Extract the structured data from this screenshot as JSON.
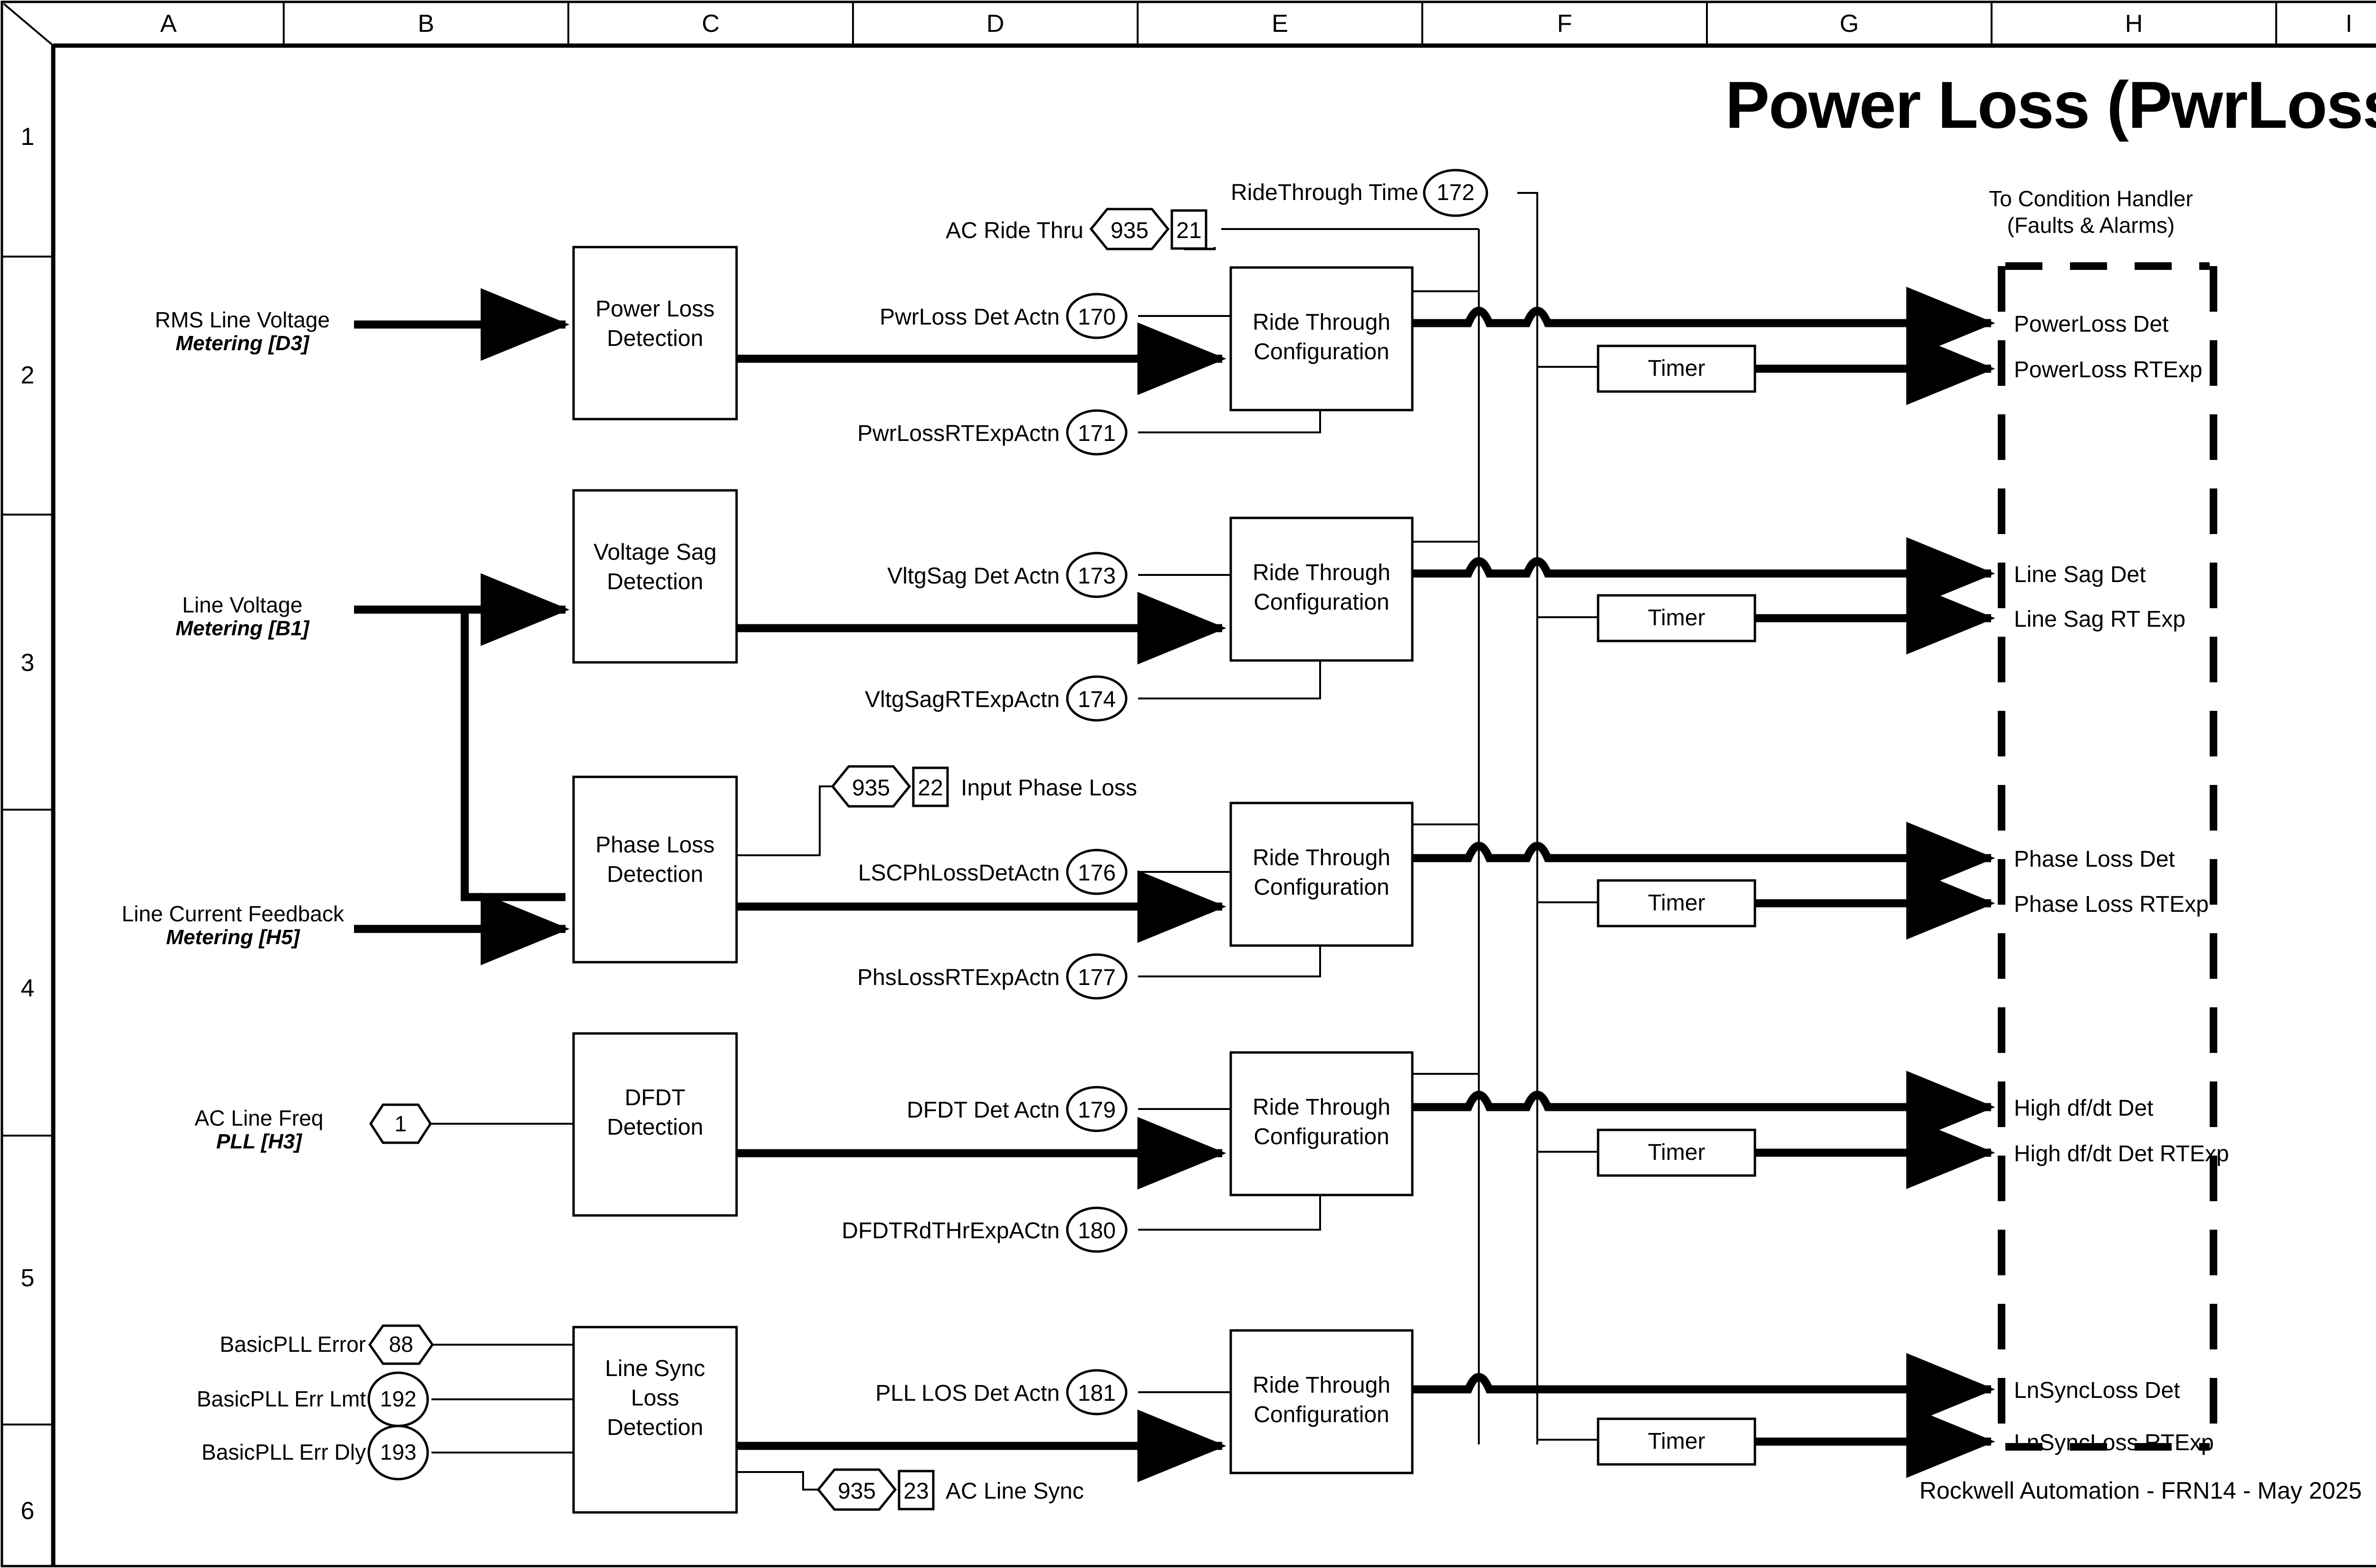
{
  "sheet": {
    "title": "Power Loss (PwrLoss)",
    "footer": "Rockwell Automation - FRN14 - May 2025",
    "columns": [
      "A",
      "B",
      "C",
      "D",
      "E",
      "F",
      "G",
      "H",
      "I"
    ],
    "rows": [
      "1",
      "2",
      "3",
      "4",
      "5",
      "6"
    ]
  },
  "condition_handler": {
    "line1": "To Condition Handler",
    "line2": "(Faults & Alarms)"
  },
  "ridethrough_time": {
    "label": "RideThrough Time",
    "tag": "172"
  },
  "inputs": [
    {
      "name": "RMS Line Voltage",
      "ref": "Metering [D3]"
    },
    {
      "name": "Line Voltage",
      "ref": "Metering [B1]"
    },
    {
      "name": "Line Current Feedback",
      "ref": "Metering [H5]"
    },
    {
      "name": "AC Line Freq",
      "ref": "PLL [H3]",
      "tag": "1"
    }
  ],
  "pll_inputs": [
    {
      "name": "BasicPLL Error",
      "tag": "88",
      "shape": "hex"
    },
    {
      "name": "BasicPLL Err Lmt",
      "tag": "192",
      "shape": "ellipse"
    },
    {
      "name": "BasicPLL Err Dly",
      "tag": "193",
      "shape": "ellipse"
    }
  ],
  "offpage": [
    {
      "page": "935",
      "ref": "21",
      "label": "AC Ride Thru",
      "label_side": "left"
    },
    {
      "page": "935",
      "ref": "22",
      "label": "Input Phase Loss",
      "label_side": "right"
    },
    {
      "page": "935",
      "ref": "23",
      "label": "AC Line Sync",
      "label_side": "right"
    }
  ],
  "blocks": [
    {
      "id": "pwrloss-detection",
      "label": "Power Loss\nDetection"
    },
    {
      "id": "vltgsag-detection",
      "label": "Voltage Sag\nDetection"
    },
    {
      "id": "phaseloss-detection",
      "label": "Phase Loss\nDetection"
    },
    {
      "id": "dfdt-detection",
      "label": "DFDT\nDetection"
    },
    {
      "id": "linesyncloss-detection",
      "label": "Line Sync\nLoss\nDetection"
    }
  ],
  "ridethrough_label": "Ride Through\nConfiguration",
  "timer_label": "Timer",
  "channels": [
    {
      "id": "power-loss",
      "block": "Power Loss Detection",
      "det_actn": {
        "label": "PwrLoss Det Actn",
        "tag": "170"
      },
      "rtexp_actn": {
        "label": "PwrLossRTExpActn",
        "tag": "171"
      },
      "out_det": "PowerLoss Det",
      "out_rtexp": "PowerLoss RTExp"
    },
    {
      "id": "voltage-sag",
      "block": "Voltage Sag Detection",
      "det_actn": {
        "label": "VltgSag Det Actn",
        "tag": "173"
      },
      "rtexp_actn": {
        "label": "VltgSagRTExpActn",
        "tag": "174"
      },
      "out_det": "Line Sag Det",
      "out_rtexp": "Line Sag RT Exp"
    },
    {
      "id": "phase-loss",
      "block": "Phase Loss Detection",
      "det_actn": {
        "label": "LSCPhLossDetActn",
        "tag": "176"
      },
      "rtexp_actn": {
        "label": "PhsLossRTExpActn",
        "tag": "177"
      },
      "out_det": "Phase Loss Det",
      "out_rtexp": "Phase Loss RTExp"
    },
    {
      "id": "dfdt",
      "block": "DFDT Detection",
      "det_actn": {
        "label": "DFDT Det Actn",
        "tag": "179"
      },
      "rtexp_actn": {
        "label": "DFDTRdTHrExpACtn",
        "tag": "180"
      },
      "out_det": "High df/dt Det",
      "out_rtexp": "High df/dt Det RTExp"
    },
    {
      "id": "line-sync-loss",
      "block": "Line Sync Loss Detection",
      "det_actn": {
        "label": "PLL LOS Det Actn",
        "tag": "181"
      },
      "rtexp_actn": null,
      "out_det": "LnSyncLoss Det",
      "out_rtexp": "LnSyncLoss RTExp"
    }
  ],
  "colors": {
    "ink": "#000000",
    "paper": "#ffffff"
  }
}
